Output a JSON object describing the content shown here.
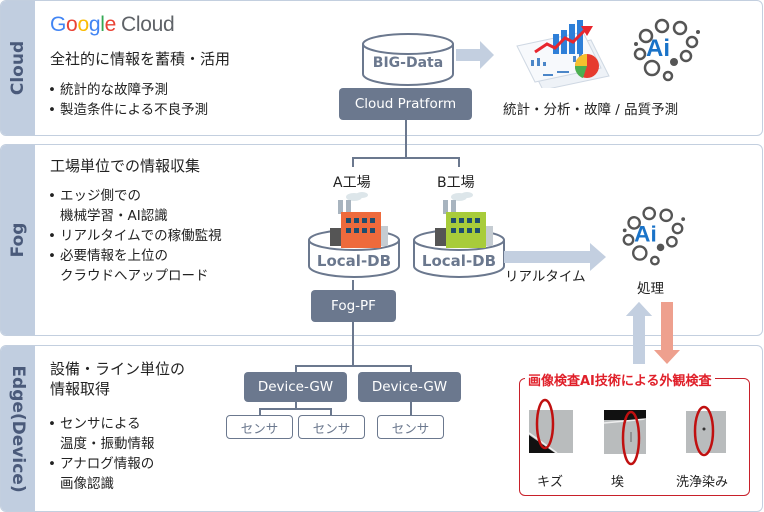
{
  "cloud": {
    "strip_label": "Cloud",
    "brand": {
      "google_letters": [
        "G",
        "o",
        "o",
        "g",
        "l",
        "e"
      ],
      "google_colors": [
        "#4285f4",
        "#ea4335",
        "#fbbc05",
        "#4285f4",
        "#34a853",
        "#ea4335"
      ],
      "cloud_word": "Cloud"
    },
    "heading": "全社的に情報を蓄積・活用",
    "bullets": [
      "統計的な故障予測",
      "製造条件による不良予測"
    ],
    "bigdata_label": "BIG-Data",
    "platform_label": "Cloud Pratform",
    "analytics_caption": "統計・分析・故障 / 品質予測",
    "ai_badge": "Ai"
  },
  "fog": {
    "strip_label": "Fog",
    "heading": "工場単位での情報収集",
    "bullets": [
      {
        "line1": "エッジ側での",
        "line2": "機械学習・AI認識"
      },
      {
        "line1": "リアルタイムでの稼働監視",
        "line2": ""
      },
      {
        "line1": "必要情報を上位の",
        "line2": "クラウドへアップロード"
      }
    ],
    "factories": [
      {
        "name": "A工場",
        "db_label": "Local-DB",
        "color": "#ee6a3c"
      },
      {
        "name": "B工場",
        "db_label": "Local-DB",
        "color": "#a8cc3a"
      }
    ],
    "fog_pf_label": "Fog-PF",
    "realtime_label": "リアルタイム",
    "processing_label": "処理",
    "ai_badge": "Ai"
  },
  "edge": {
    "strip_label": "Edge(Device)",
    "heading_line1": "設備・ライン単位の",
    "heading_line2": "情報取得",
    "bullets": [
      {
        "line1": "センサによる",
        "line2": "温度・振動情報"
      },
      {
        "line1": "アナログ情報の",
        "line2": "画像認識"
      }
    ],
    "gateways": [
      "Device-GW",
      "Device-GW"
    ],
    "sensors": [
      "センサ",
      "センサ",
      "センサ"
    ],
    "inspection": {
      "title": "画像検査AI技術による外観検査",
      "defects": [
        "キズ",
        "埃",
        "洗浄染み"
      ]
    }
  },
  "colors": {
    "panel_border": "#c3cfdf",
    "strip": "#c1cee0",
    "dark_box": "#6b788e",
    "arrow_blue": "#c3cfe0",
    "arrow_red": "#eea08e",
    "inspection_red": "#e0202a",
    "ai_blue": "#1a73c8"
  }
}
